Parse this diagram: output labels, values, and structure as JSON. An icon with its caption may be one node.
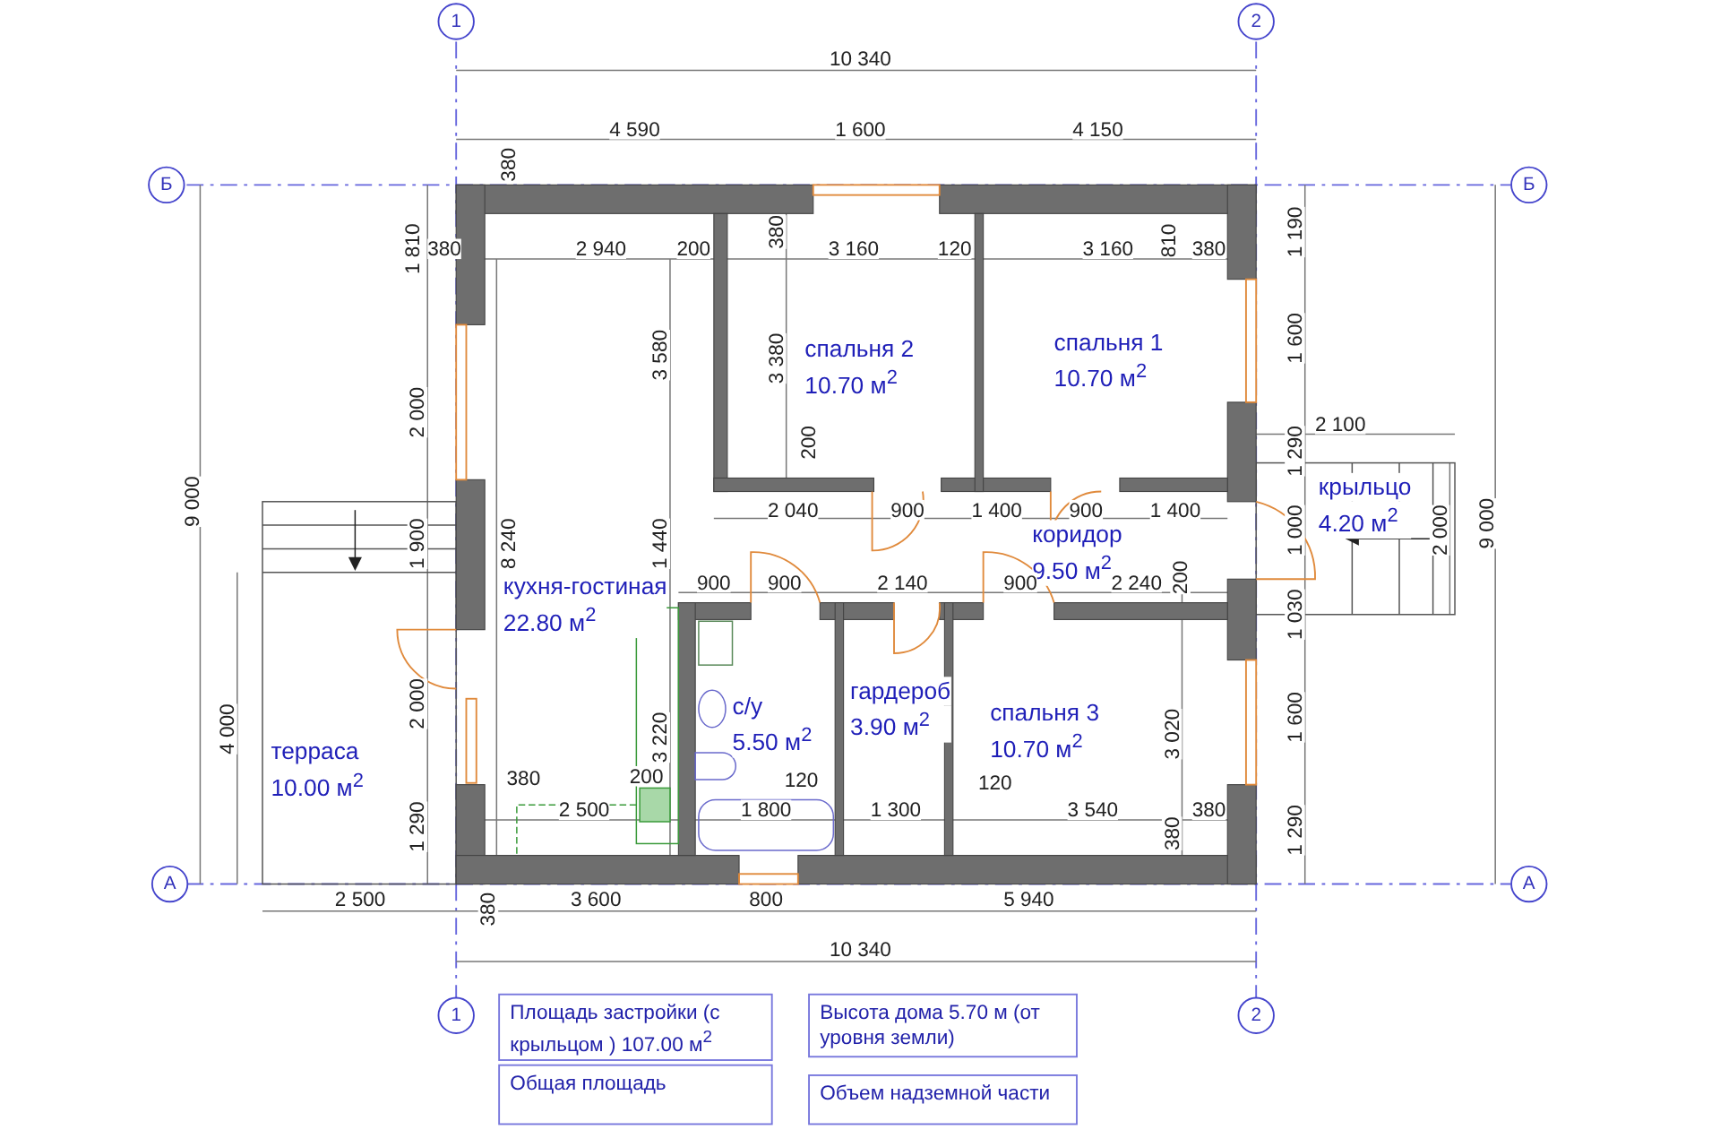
{
  "diagram": {
    "nodes": [
      {
        "text": [
          "1"
        ]
      },
      {
        "text": [
          "2"
        ]
      },
      {
        "text": [
          "Б"
        ]
      },
      {
        "text": [
          "Б"
        ]
      },
      {
        "text": [
          "спальня 2",
          "10.70 м$^{2}$"
        ]
      },
      {
        "text": [
          "спальня 1",
          "10.70 м$^{2}$"
        ]
      },
      {
        "text": [
          "крыльцо",
          "4.20 м$^{2}$"
        ]
      },
      {
        "text": [
          "коридор",
          "9.50 м$^{2}$"
        ]
      },
      {
        "text": [
          "кухня-гостиная",
          "22.80 м$^{2}$"
        ]
      },
      {
        "text": [
          "с/у",
          "5.50 м$^{2}$"
        ]
      },
      {
        "text": [
          "гардероб",
          "3.90 м$^{2}$"
        ]
      },
      {
        "text": [
          "спальня 3",
          "10.70 м$^{2}$"
        ]
      },
      {
        "text": [
          "терраса",
          "10.00 м$^{2}$"
        ]
      },
      {
        "text": [
          "А"
        ]
      },
      {
        "text": [
          "А"
        ]
      },
      {
        "text": [
          "1"
        ]
      },
      {
        "text": [
          "2"
        ]
      },
      {
        "text": [
          "Площадь застройки (с крыльцом ) 107.00 м$^{2}$"
        ]
      },
      {
        "text": [
          "Высота дома  5.70 м (от уровня земли)"
        ]
      },
      {
        "text": [
          "Общая площадь"
        ]
      },
      {
        "text": [
          "Объем надземной части"
        ]
      }
    ],
    "labels": [
      "10 340",
      "4 590",
      "1 600",
      "4 150",
      "380",
      "1 810",
      "380",
      "2 940",
      "200",
      "380",
      "3 160",
      "120",
      "3 160",
      "810",
      "380",
      "1 190",
      "3 580",
      "3 380",
      "1 600",
      "2 000",
      "200",
      "1 290",
      "2 100",
      "9 000",
      "1 900",
      "8 240",
      "1 440",
      "2 040",
      "900",
      "1 400",
      "900",
      "1 400",
      "1 000",
      "2 000",
      "9 000",
      "900",
      "900",
      "2 140",
      "900",
      "2 240",
      "200",
      "1 030",
      "4 000",
      "2 000",
      "3 220",
      "3 020",
      "1 600",
      "380",
      "200",
      "120",
      "120",
      "1 290",
      "2 500",
      "1 800",
      "1 300",
      "3 540",
      "380",
      "380",
      "1 290",
      "2 500",
      "380",
      "3 600",
      "800",
      "5 940",
      "10 340"
    ]
  }
}
